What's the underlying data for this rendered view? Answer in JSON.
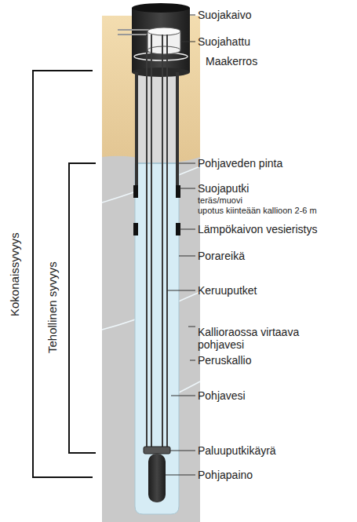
{
  "diagram": {
    "labels": [
      "Suojakaivo",
      "Suojahattu",
      "Maakerros",
      "Pohjaveden pinta",
      "Suojaputki",
      "teräs/muovi",
      "upotus kiinteään kallioon 2-6 m",
      "Lämpökaivon vesieristys",
      "Porareikä",
      "Keruuputket",
      "Kallioraossa virtaava pohjavesi",
      "Peruskallio",
      "Pohjavesi",
      "Paluuputkikäyrä",
      "Pohjapaino",
      "Kokonaissyvyys",
      "Tehollinen syvyys"
    ]
  }
}
